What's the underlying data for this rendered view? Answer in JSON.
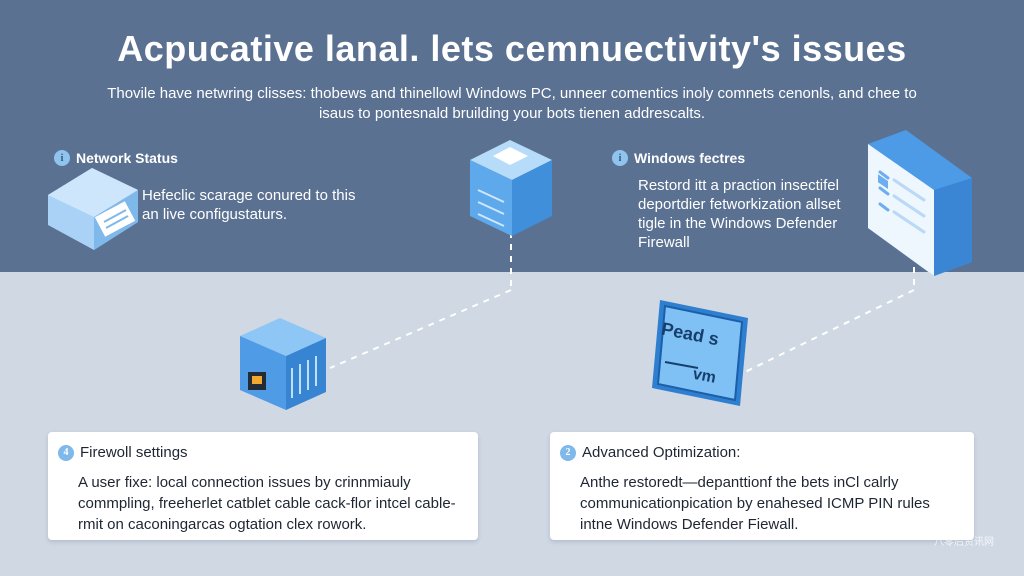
{
  "title": "Acpucative lanal. lets cemnuectivity's issues",
  "subtitle": "Thovile have netwring clisses: thobews and thinellowl Windows PC, unneer comentics inoly comnets cenonls, and chee to isaus to pontesnald bruilding your bots tienen addrescalts.",
  "network_status": {
    "label": "Network Status",
    "text": "Hefeclic scarage conured to this an live configustaturs."
  },
  "windows_features": {
    "label": "Windows fectres",
    "text": "Restord itt a praction insectifel deportdier fetworkization allset tigle in the Windows Defender Firewall"
  },
  "sign_lines": [
    "Pead s",
    "vm"
  ],
  "firewall_card": {
    "badge": "4",
    "label": "Firewoll settings",
    "text": "A user fixe: local connection issues by crinnmiauly commpling, freeherlet catblet cable cack-flor intcel cable-rmit on caconingarcas ogtation clex rowork."
  },
  "advanced_card": {
    "badge": "2",
    "label": "Advanced Optimization:",
    "text": "Anthe restoredt—depanttionf the bets inCl calrly communicationpication by enahesed ICMP PIN rules intne Windows Defender Fiewall."
  },
  "watermark": "八零后资讯网",
  "colors": {
    "band": "#5a7192",
    "lower": "#cfd8e3",
    "accent": "#6eaef0",
    "card": "#ffffff"
  },
  "icons": [
    "info-icon",
    "laptop-icon",
    "server-icon",
    "router-icon",
    "document-icon",
    "sign-panel-icon"
  ]
}
